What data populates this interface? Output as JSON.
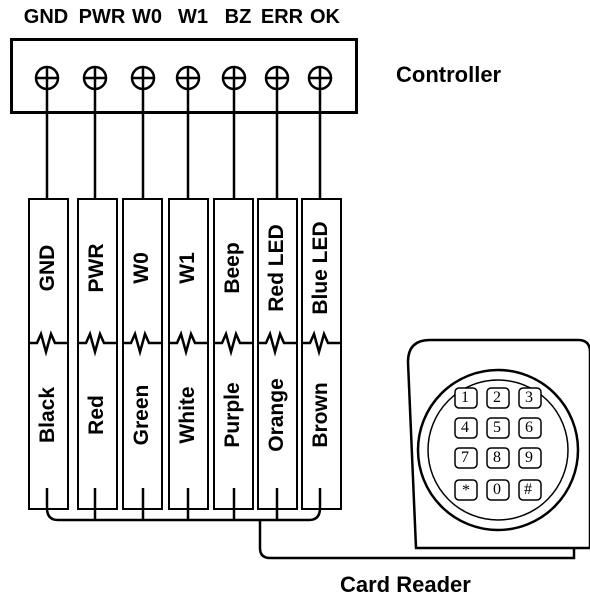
{
  "terminals": [
    "GND",
    "PWR",
    "W0",
    "W1",
    "BZ",
    "ERR",
    "OK"
  ],
  "controller_label": "Controller",
  "wire_functions": [
    "GND",
    "PWR",
    "W0",
    "W1",
    "Beep",
    "Red LED",
    "Blue LED"
  ],
  "wire_colors": [
    "Black",
    "Red",
    "Green",
    "White",
    "Purple",
    "Orange",
    "Brown"
  ],
  "keypad_keys": [
    "1",
    "2",
    "3",
    "4",
    "5",
    "6",
    "7",
    "8",
    "9",
    "*",
    "0",
    "#"
  ],
  "card_reader_label": "Card Reader"
}
